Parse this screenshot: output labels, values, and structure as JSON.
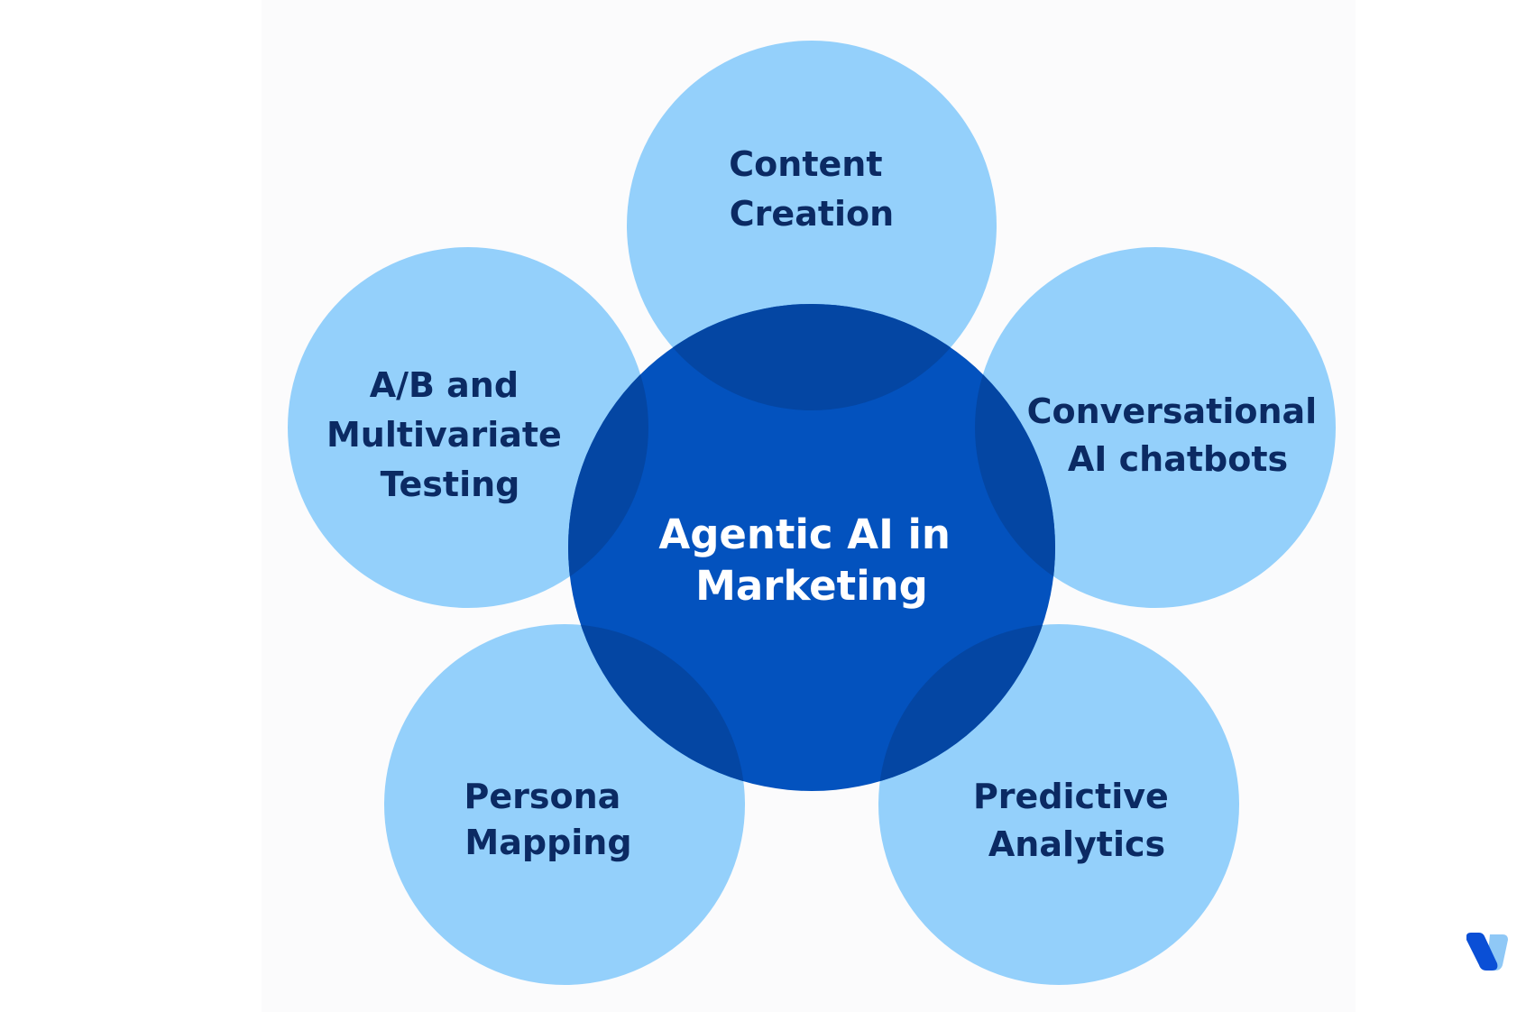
{
  "center": {
    "line1": "Agentic AI in",
    "line2": "Marketing"
  },
  "petals": {
    "content": {
      "line1": "Content",
      "line2": "Creation"
    },
    "ab_testing": {
      "line1": "A/B and",
      "line2": "Multivariate",
      "line3": "Testing"
    },
    "chatbots": {
      "line1": "Conversational",
      "line2": "AI chatbots"
    },
    "persona": {
      "line1": "Persona",
      "line2": "Mapping"
    },
    "predictive": {
      "line1": "Predictive",
      "line2": "Analytics"
    }
  },
  "colors": {
    "petal_fill": "#94d0fb",
    "center_fill": "#0352be",
    "overlap_fill": "#0446a3",
    "petal_text": "#0b2a63",
    "center_text": "#ffffff",
    "logo_dark": "#0a4fd6",
    "logo_light": "#8fc8f6"
  },
  "logo": {
    "icon": "brand-logo-icon"
  }
}
